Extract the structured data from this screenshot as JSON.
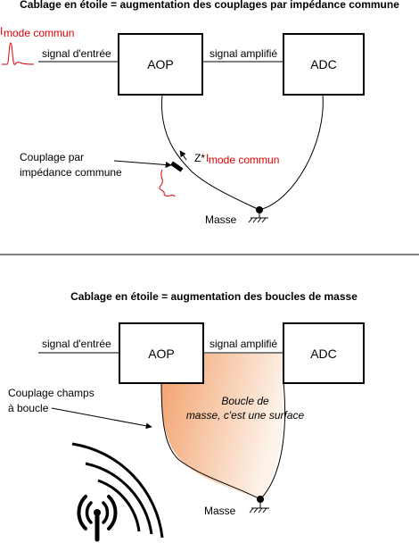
{
  "top": {
    "title": "Cablage en étoile = augmentation des couplages par impédance commune",
    "i_label": "I",
    "i_sub": "mode commun",
    "input_label": "signal d'entrée",
    "aop": "AOP",
    "amp_label": "signal amplifié",
    "adc": "ADC",
    "coupling_line1": "Couplage par",
    "coupling_line2": "impédance commune",
    "z_prefix": "Z*",
    "z_i": "I",
    "z_sub": "mode commun",
    "ground": "Masse"
  },
  "bottom": {
    "title": "Cablage en étoile = augmentation des boucles de masse",
    "input_label": "signal d'entrée",
    "aop": "AOP",
    "amp_label": "signal amplifié",
    "adc": "ADC",
    "loop_line1": "Boucle de",
    "loop_line2": "masse, c'est une surface",
    "coupling_line1": "Couplage champs",
    "coupling_line2": "à boucle",
    "ground": "Masse"
  },
  "colors": {
    "accent_red": "#e00000",
    "loop_fill_start": "#f2a36b",
    "loop_fill_end": "#fdf1e7"
  }
}
